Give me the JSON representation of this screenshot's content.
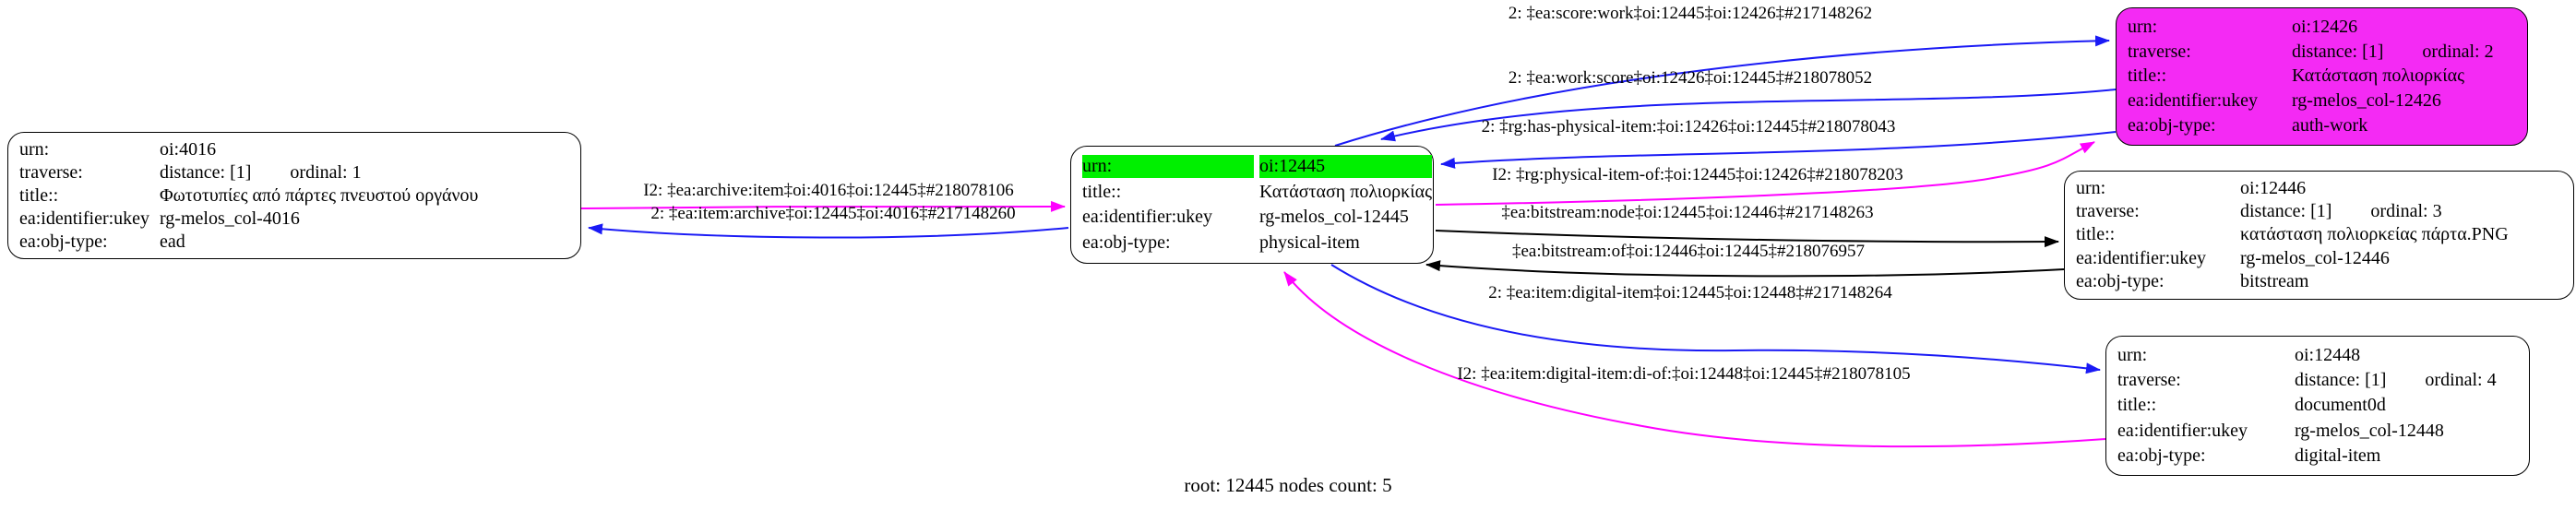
{
  "caption": "root: 12445 nodes count: 5",
  "colors": {
    "edge_blue": "#1a1af5",
    "edge_magenta": "#ff00ff",
    "edge_black": "#000000",
    "node_highlight_green": "#00f000",
    "node_fill_magenta": "#f42af4",
    "node_fill_default": "#ffffff"
  },
  "field_labels": {
    "urn": "urn:",
    "traverse": "traverse:",
    "title": "title::",
    "ukey": "ea:identifier:ukey",
    "objtype": "ea:obj-type:"
  },
  "nodes": {
    "n4016": {
      "urn": "oi:4016",
      "distance": "distance: [1]",
      "ordinal": "ordinal: 1",
      "title": "Φωτοτυπίες από πάρτες πνευστού οργάνου",
      "ukey": "rg-melos_col-4016",
      "objtype": "ead"
    },
    "n12445": {
      "urn": "oi:12445",
      "title": "Κατάσταση πολιορκίας",
      "ukey": "rg-melos_col-12445",
      "objtype": "physical-item"
    },
    "n12426": {
      "urn": "oi:12426",
      "distance": "distance: [1]",
      "ordinal": "ordinal: 2",
      "title": "Κατάσταση πολιορκίας",
      "ukey": "rg-melos_col-12426",
      "objtype": "auth-work"
    },
    "n12446": {
      "urn": "oi:12446",
      "distance": "distance: [1]",
      "ordinal": "ordinal: 3",
      "title": "κατάσταση πολιορκείας πάρτα.PNG",
      "ukey": "rg-melos_col-12446",
      "objtype": "bitstream"
    },
    "n12448": {
      "urn": "oi:12448",
      "distance": "distance: [1]",
      "ordinal": "ordinal: 4",
      "title": "document0d",
      "ukey": "rg-melos_col-12448",
      "objtype": "digital-item"
    }
  },
  "edges": {
    "score_work": {
      "label": "2: ‡ea:score:work‡oi:12445‡oi:12426‡#217148262",
      "color": "blue"
    },
    "work_score": {
      "label": "2: ‡ea:work:score‡oi:12426‡oi:12445‡#218078052",
      "color": "blue"
    },
    "has_physical": {
      "label": "2: ‡rg:has-physical-item:‡oi:12426‡oi:12445‡#218078043",
      "color": "blue"
    },
    "physical_of": {
      "label": "I2: ‡rg:physical-item-of:‡oi:12445‡oi:12426‡#218078203",
      "color": "magenta"
    },
    "bs_node": {
      "label": "‡ea:bitstream:node‡oi:12445‡oi:12446‡#217148263",
      "color": "black"
    },
    "bs_of": {
      "label": "‡ea:bitstream:of‡oi:12446‡oi:12445‡#218076957",
      "color": "black"
    },
    "item_digital": {
      "label": "2: ‡ea:item:digital-item‡oi:12445‡oi:12448‡#217148264",
      "color": "blue"
    },
    "digital_of": {
      "label": "I2: ‡ea:item:digital-item:di-of:‡oi:12448‡oi:12445‡#218078105",
      "color": "magenta"
    },
    "archive_item": {
      "label": "I2: ‡ea:archive:item‡oi:4016‡oi:12445‡#218078106",
      "color": "magenta"
    },
    "item_archive": {
      "label": "2: ‡ea:item:archive‡oi:12445‡oi:4016‡#217148260",
      "color": "blue"
    }
  }
}
